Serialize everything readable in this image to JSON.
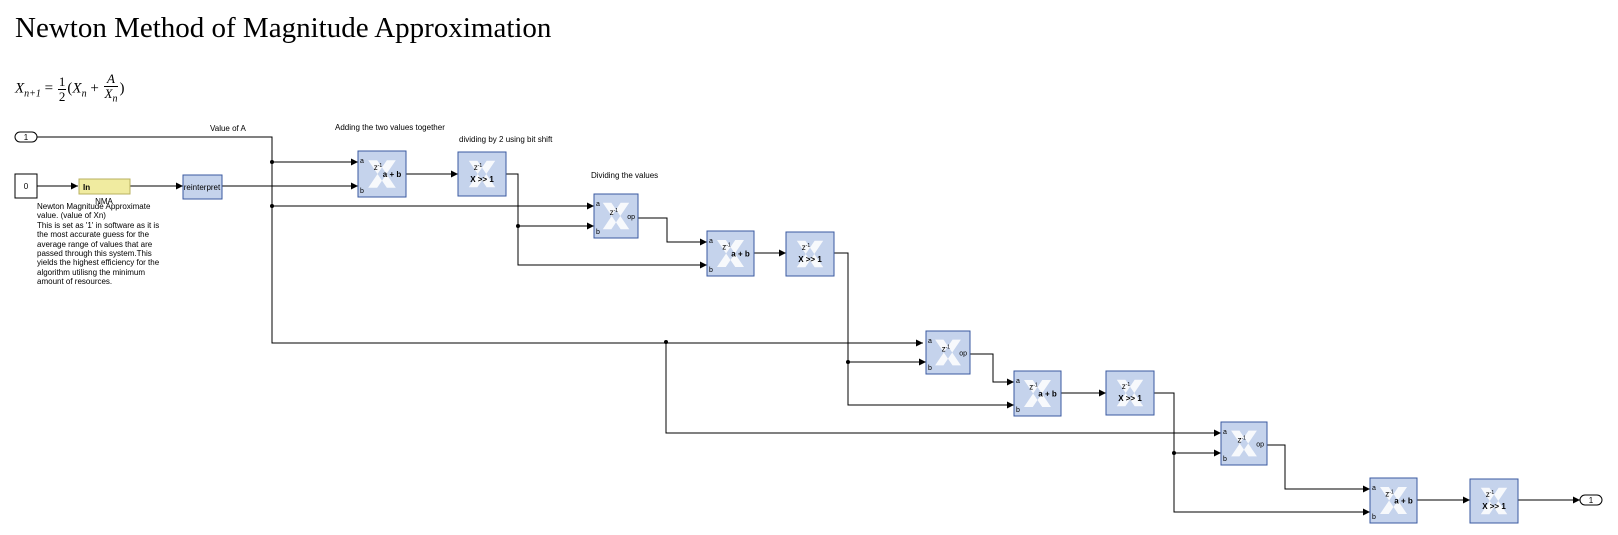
{
  "diagram": {
    "title": "Newton Method of Magnitude Approximation",
    "formula": {
      "lhs_var": "X",
      "lhs_sub": "n+1",
      "equals": "=",
      "half_num": "1",
      "half_den": "2",
      "open": "(",
      "xn_var": "X",
      "xn_sub": "n",
      "plus": "+",
      "frac_num": "A",
      "frac_den_var": "X",
      "frac_den_sub": "n",
      "close": ")"
    },
    "labels": {
      "value_of_a": "Value of A",
      "adding": "Adding the two values together",
      "dividing_shift": "dividing by 2 using bit shift",
      "dividing_values": "Dividing the values",
      "nma": "NMA"
    },
    "note": "Newton Magnitude Approximate value. (value of Xn)\nThis is set as '1' in software as it is the most accurate guess for the average range of values that are passed through this system.This yields the highest efficiency for the algorithm utilisng the minimum amount of resources.",
    "ports": {
      "inport": "1",
      "outport": "1",
      "constant": "0",
      "gateway_in": "In",
      "reinterpret": "reinterpret"
    },
    "block_text": {
      "delay": "z",
      "delay_exp": "-1",
      "add": "a + b",
      "shift": "X >> 1",
      "div": "op",
      "port_a": "a",
      "port_b": "b"
    },
    "colors": {
      "block_fill": "#c5d3ec",
      "block_border": "#3a5aa0",
      "gateway_fill": "#f0eba0",
      "wire": "#000000"
    }
  }
}
